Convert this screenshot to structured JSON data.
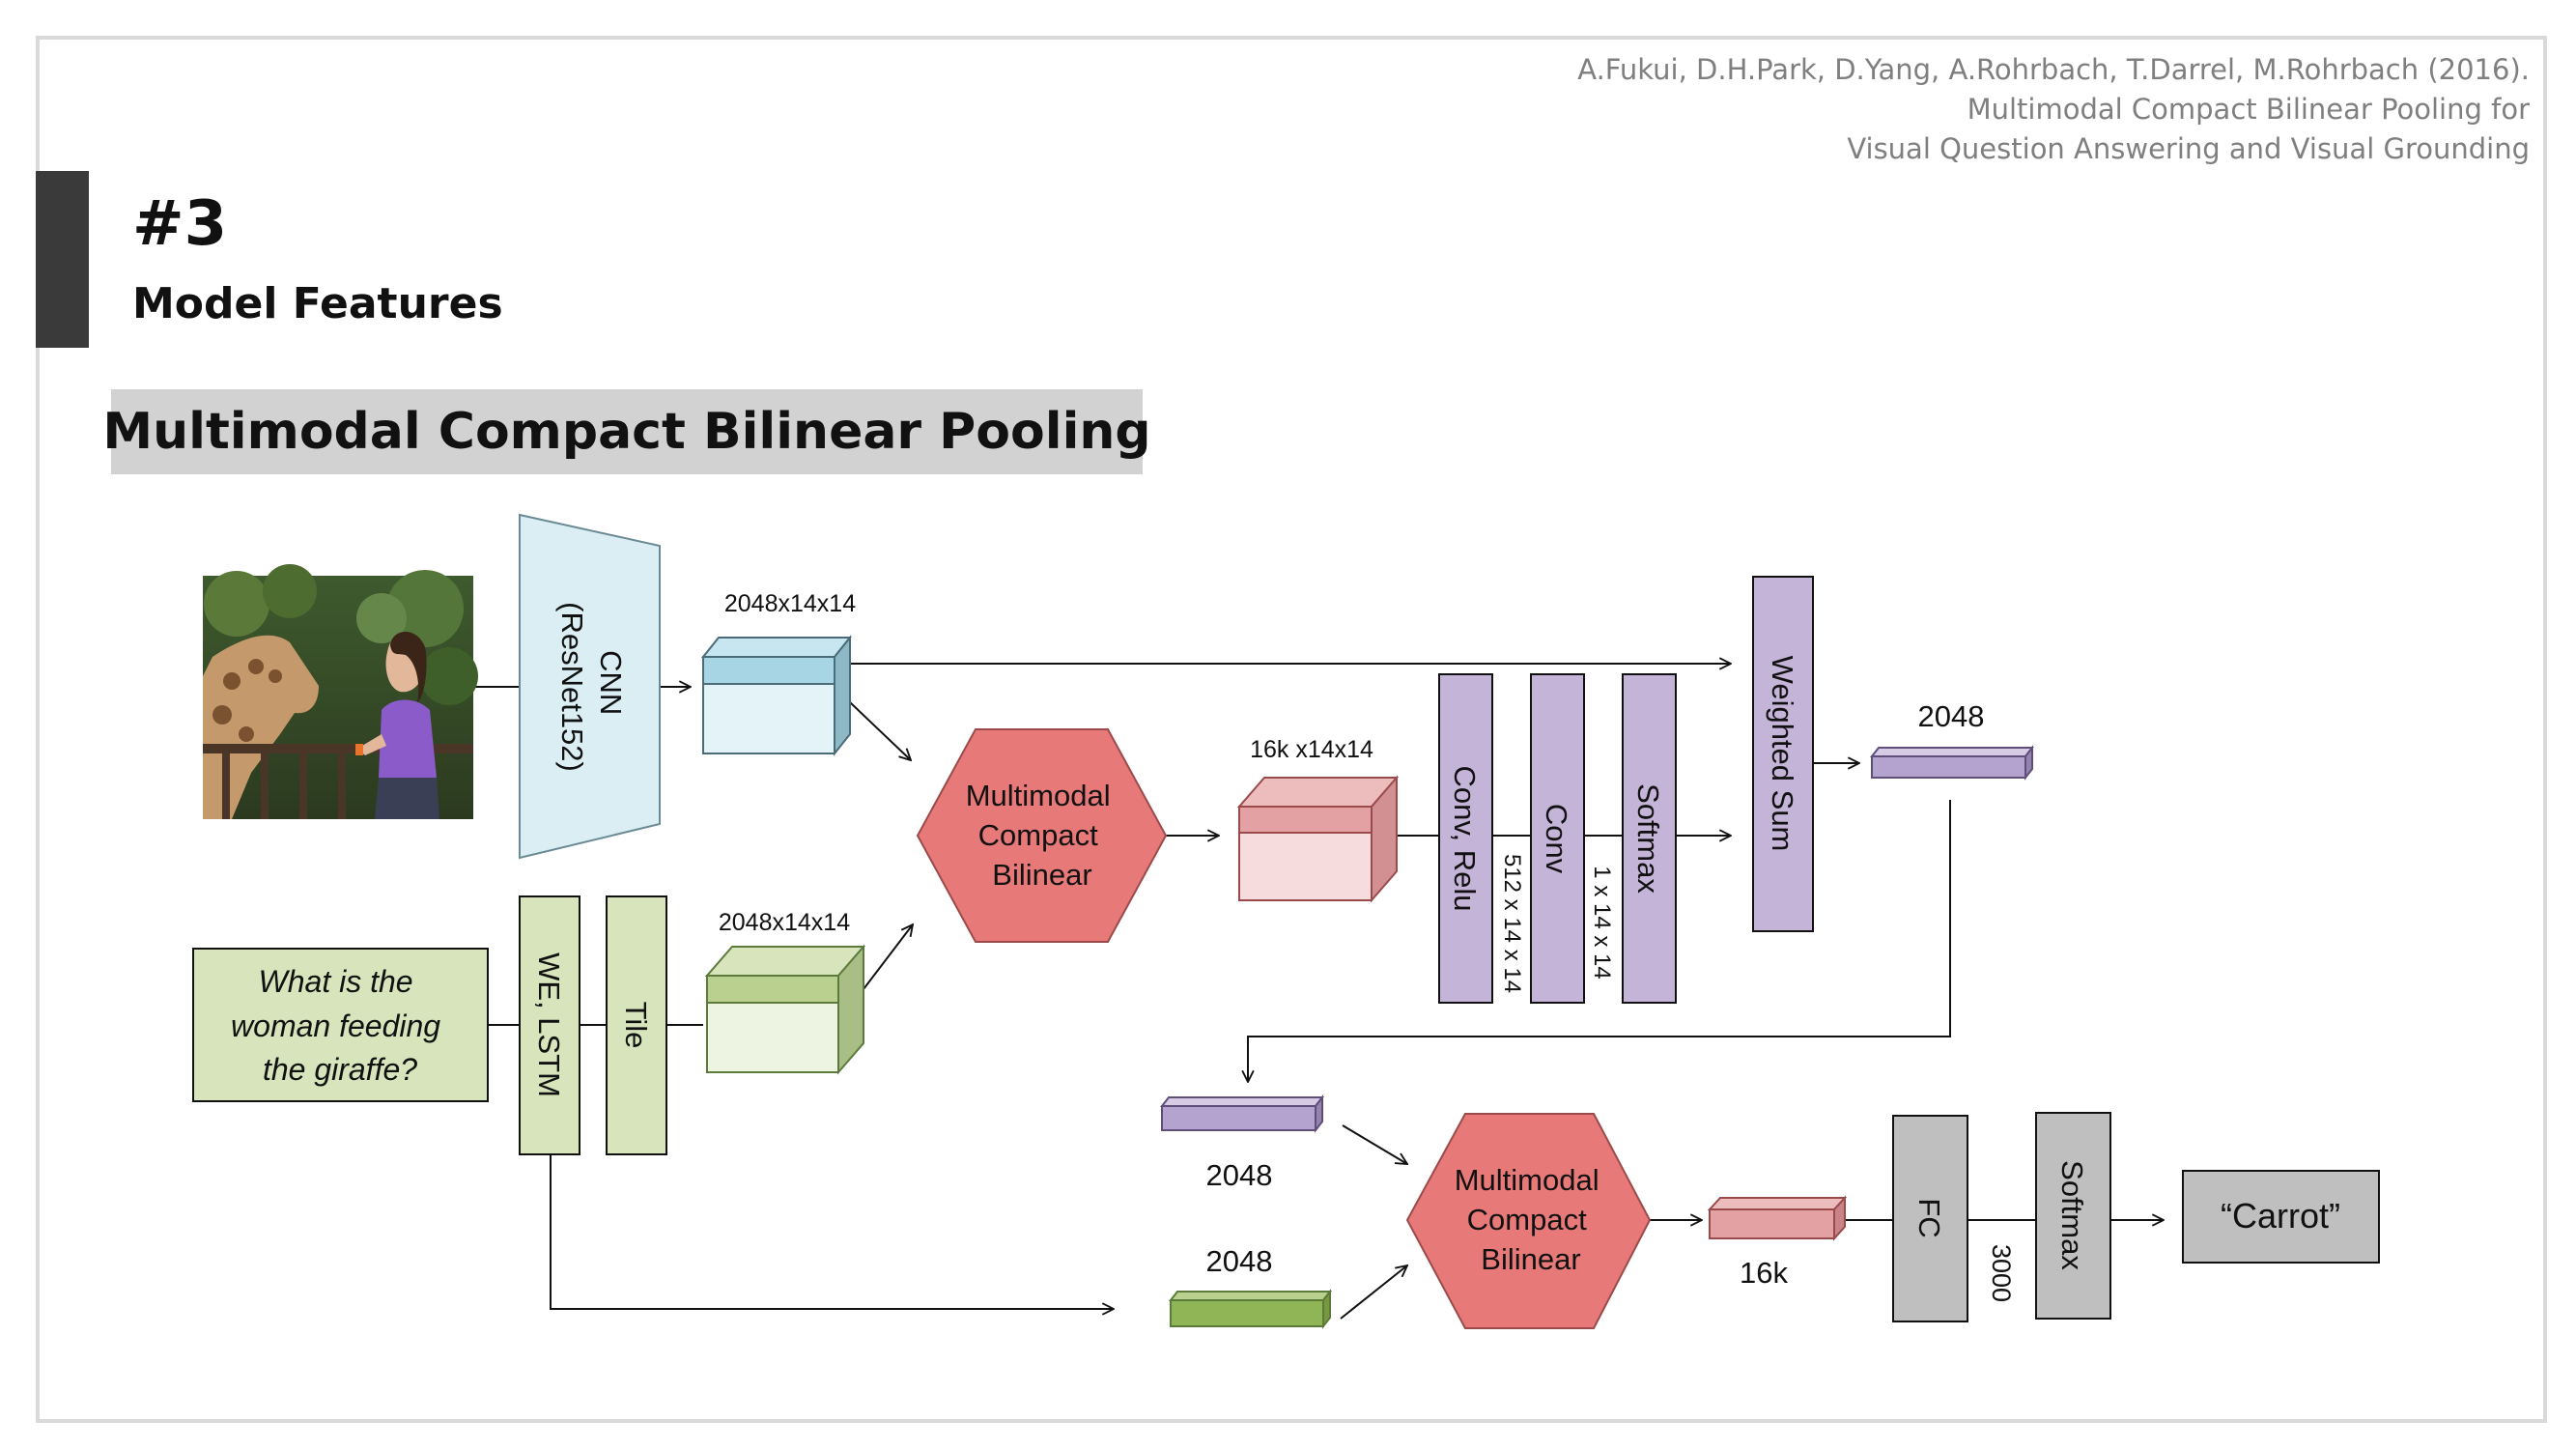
{
  "citation": {
    "line1": "A.Fukui, D.H.Park, D.Yang, A.Rohrbach, T.Darrel, M.Rohrbach (2016).",
    "line2": "Multimodal Compact Bilinear Pooling for",
    "line3": "Visual Question Answering and Visual Grounding"
  },
  "header": {
    "slide_number": "#3",
    "section_title": "Model Features"
  },
  "banner": {
    "title": "Multimodal Compact Bilinear Pooling"
  },
  "diagram": {
    "cnn": {
      "line1": "CNN",
      "line2": "(ResNet152)"
    },
    "cnn_out_dim": "2048x14x14",
    "question": {
      "line1": "What is the",
      "line2": "woman feeding",
      "line3": "the giraffe?"
    },
    "we_lstm": "WE, LSTM",
    "tile": "Tile",
    "tile_out_dim": "2048x14x14",
    "mcb1": {
      "line1": "Multimodal",
      "line2": "Compact",
      "line3": "Bilinear"
    },
    "mcb1_out_dim": "16k x14x14",
    "conv_relu": "Conv, Relu",
    "conv_relu_dim": "512 x 14 x 14",
    "conv": "Conv",
    "conv_dim": "1 x 14 x 14",
    "softmax1": "Softmax",
    "weighted_sum": "Weighted Sum",
    "attended_dim": "2048",
    "attended_vector_dim": "2048",
    "text_vector_dim": "2048",
    "mcb2": {
      "line1": "Multimodal",
      "line2": "Compact",
      "line3": "Bilinear"
    },
    "mcb2_out_dim": "16k",
    "fc": "FC",
    "fc_dim": "3000",
    "softmax2": "Softmax",
    "answer": "“Carrot”"
  },
  "colors": {
    "cnn_fill": "#daeef3",
    "cube_blue": "#a7d5e3",
    "question_fill": "#d7e4bc",
    "green_bar": "#8fb556",
    "mcb_fill": "#e87979",
    "cube_red": "#e3a1a3",
    "purple": "#c4b4d8",
    "gray_block": "#bfbfbf",
    "banner": "#d2d2d2"
  }
}
